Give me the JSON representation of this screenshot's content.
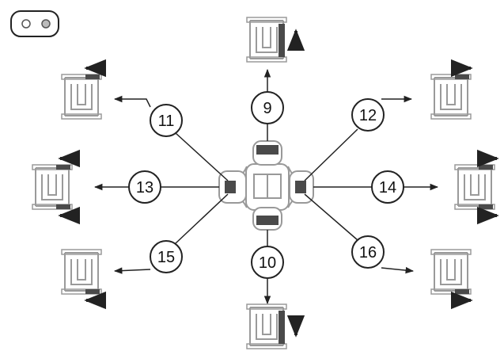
{
  "colors": {
    "line": "#222222",
    "part_outline": "#9a9a9a",
    "dark_segment": "#4a4a4a",
    "circle_fill": "#ffffff",
    "indicator_fill": "#ffffff"
  },
  "icons": {
    "indicator": "two-dot-indicator-icon",
    "arrow": "arrow-icon",
    "bar_gap": "gap-bar-icon"
  },
  "callouts": [
    {
      "label": "9",
      "bar_side": "right",
      "arrow_dir": "up"
    },
    {
      "label": "10",
      "bar_side": "right",
      "arrow_dir": "down"
    },
    {
      "label": "11",
      "bar_side": "top",
      "arrow_dir": "left"
    },
    {
      "label": "12",
      "bar_side": "top",
      "arrow_dir": "right"
    },
    {
      "label": "13",
      "bar_side": "top-bottom",
      "arrow_dir": "left"
    },
    {
      "label": "14",
      "bar_side": "top-bottom",
      "arrow_dir": "right"
    },
    {
      "label": "15",
      "bar_side": "bottom",
      "arrow_dir": "left"
    },
    {
      "label": "16",
      "bar_side": "bottom",
      "arrow_dir": "right"
    }
  ]
}
